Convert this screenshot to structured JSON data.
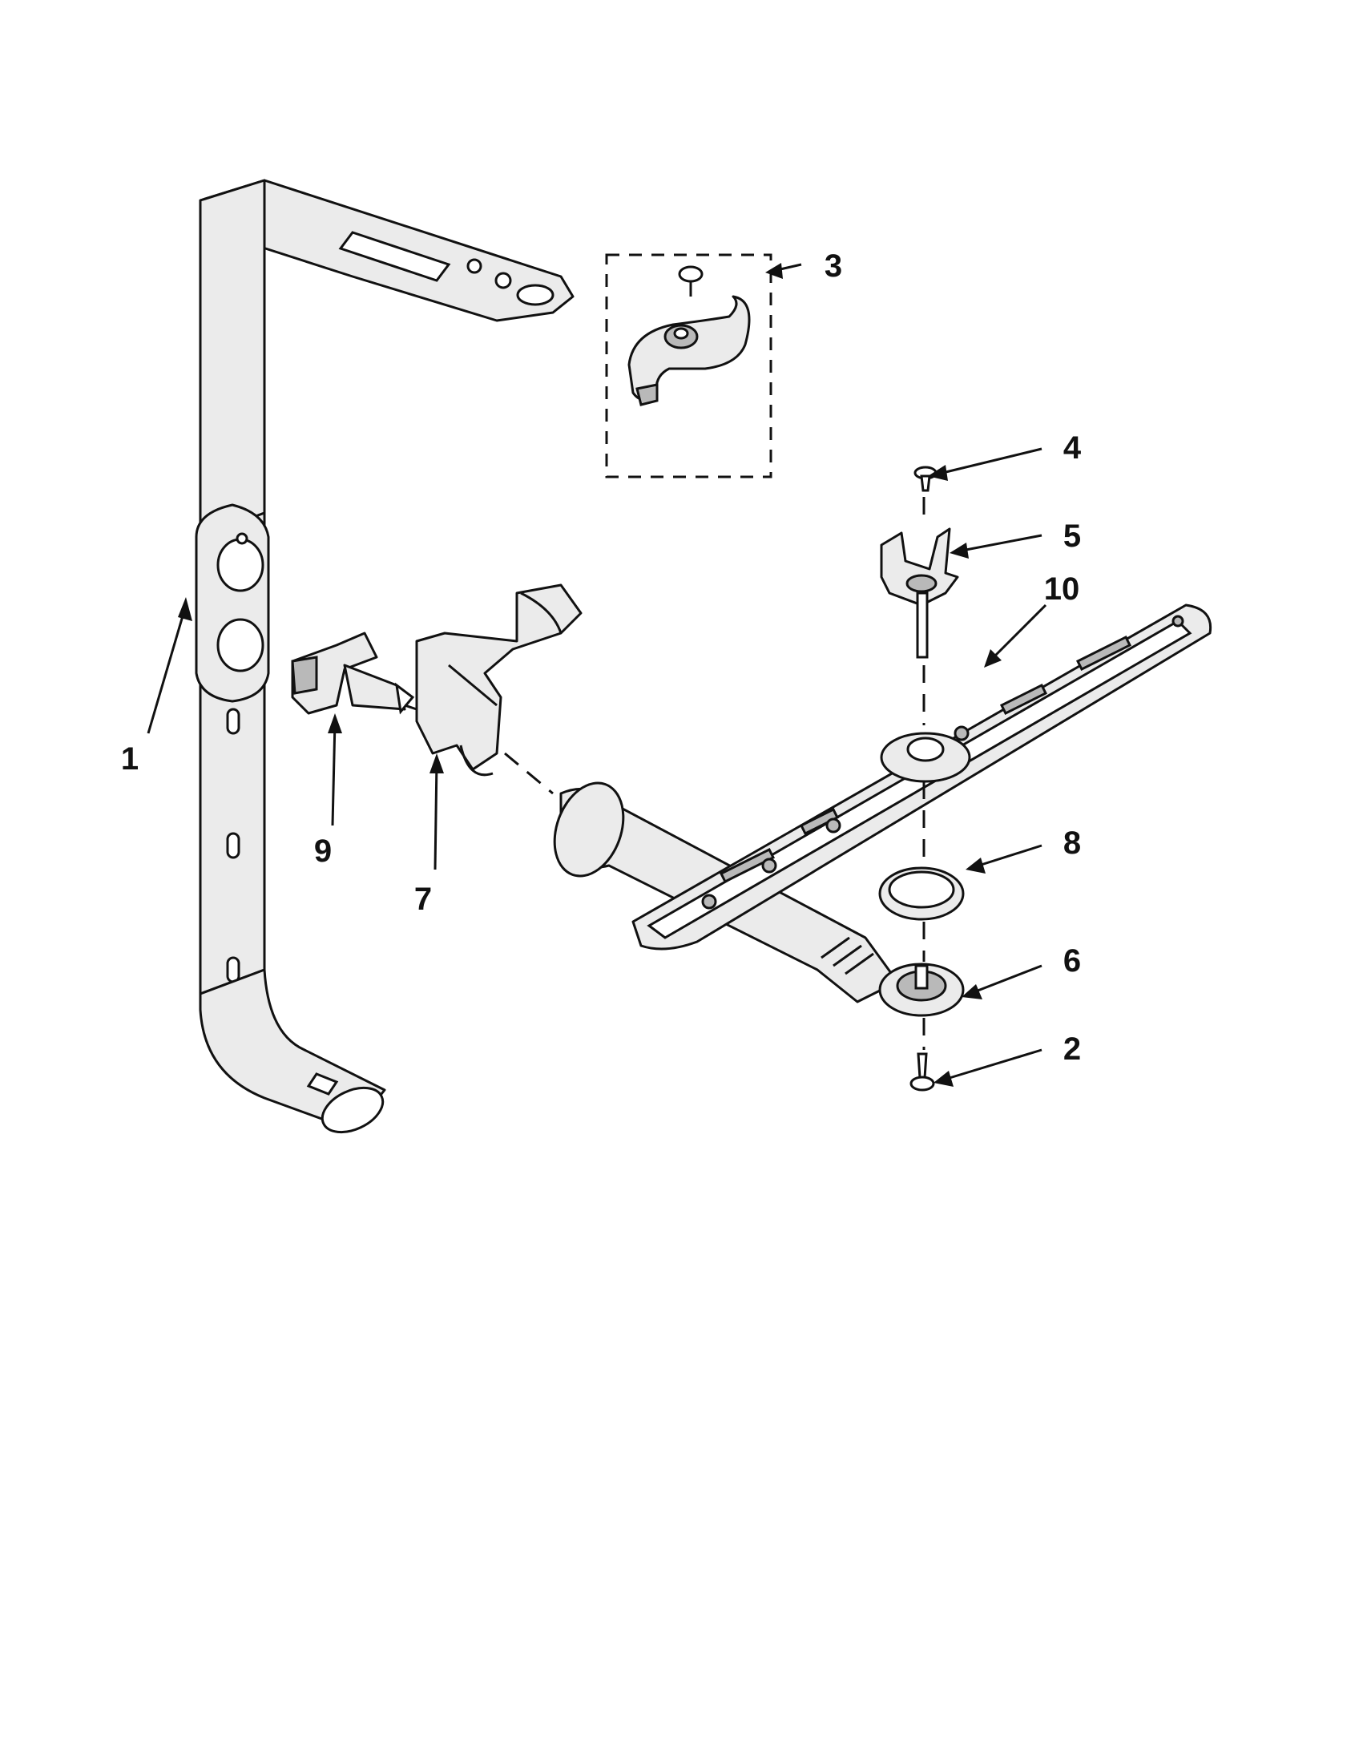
{
  "callouts": [
    {
      "id": "1",
      "label": "1"
    },
    {
      "id": "2",
      "label": "2"
    },
    {
      "id": "3",
      "label": "3"
    },
    {
      "id": "4",
      "label": "4"
    },
    {
      "id": "5",
      "label": "5"
    },
    {
      "id": "6",
      "label": "6"
    },
    {
      "id": "7",
      "label": "7"
    },
    {
      "id": "8",
      "label": "8"
    },
    {
      "id": "9",
      "label": "9"
    },
    {
      "id": "10",
      "label": "10"
    }
  ],
  "colors": {
    "line": "#111111",
    "fill": "#ebebeb",
    "background": "#ffffff"
  }
}
